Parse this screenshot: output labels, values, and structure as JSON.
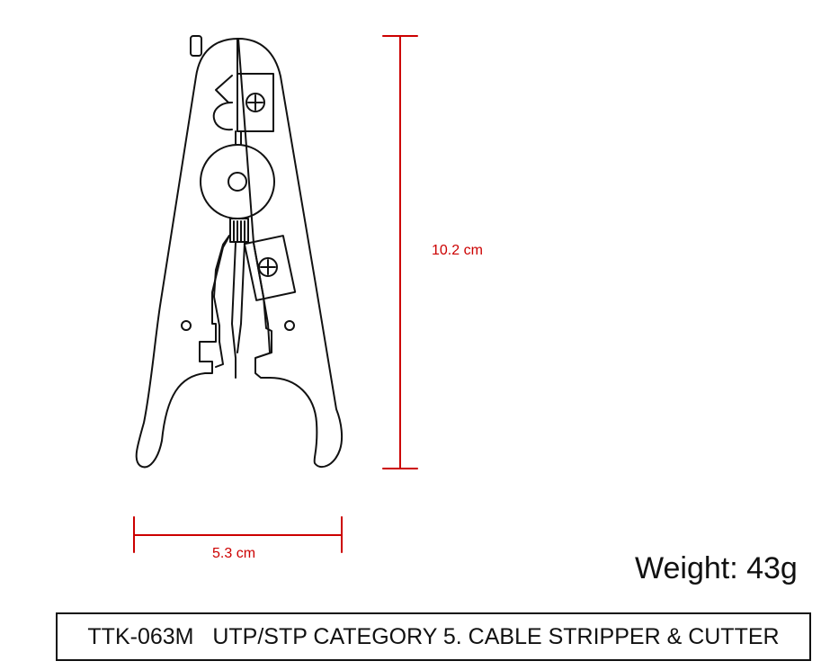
{
  "dimensions": {
    "height_label": "10.2 cm",
    "width_label": "5.3 cm",
    "line_color": "#cc0000"
  },
  "weight_label": "Weight: 43g",
  "product": {
    "model": "TTK-063M",
    "title": "UTP/STP CATEGORY 5. CABLE STRIPPER & CUTTER"
  },
  "colors": {
    "outline": "#111111",
    "background": "#ffffff"
  }
}
